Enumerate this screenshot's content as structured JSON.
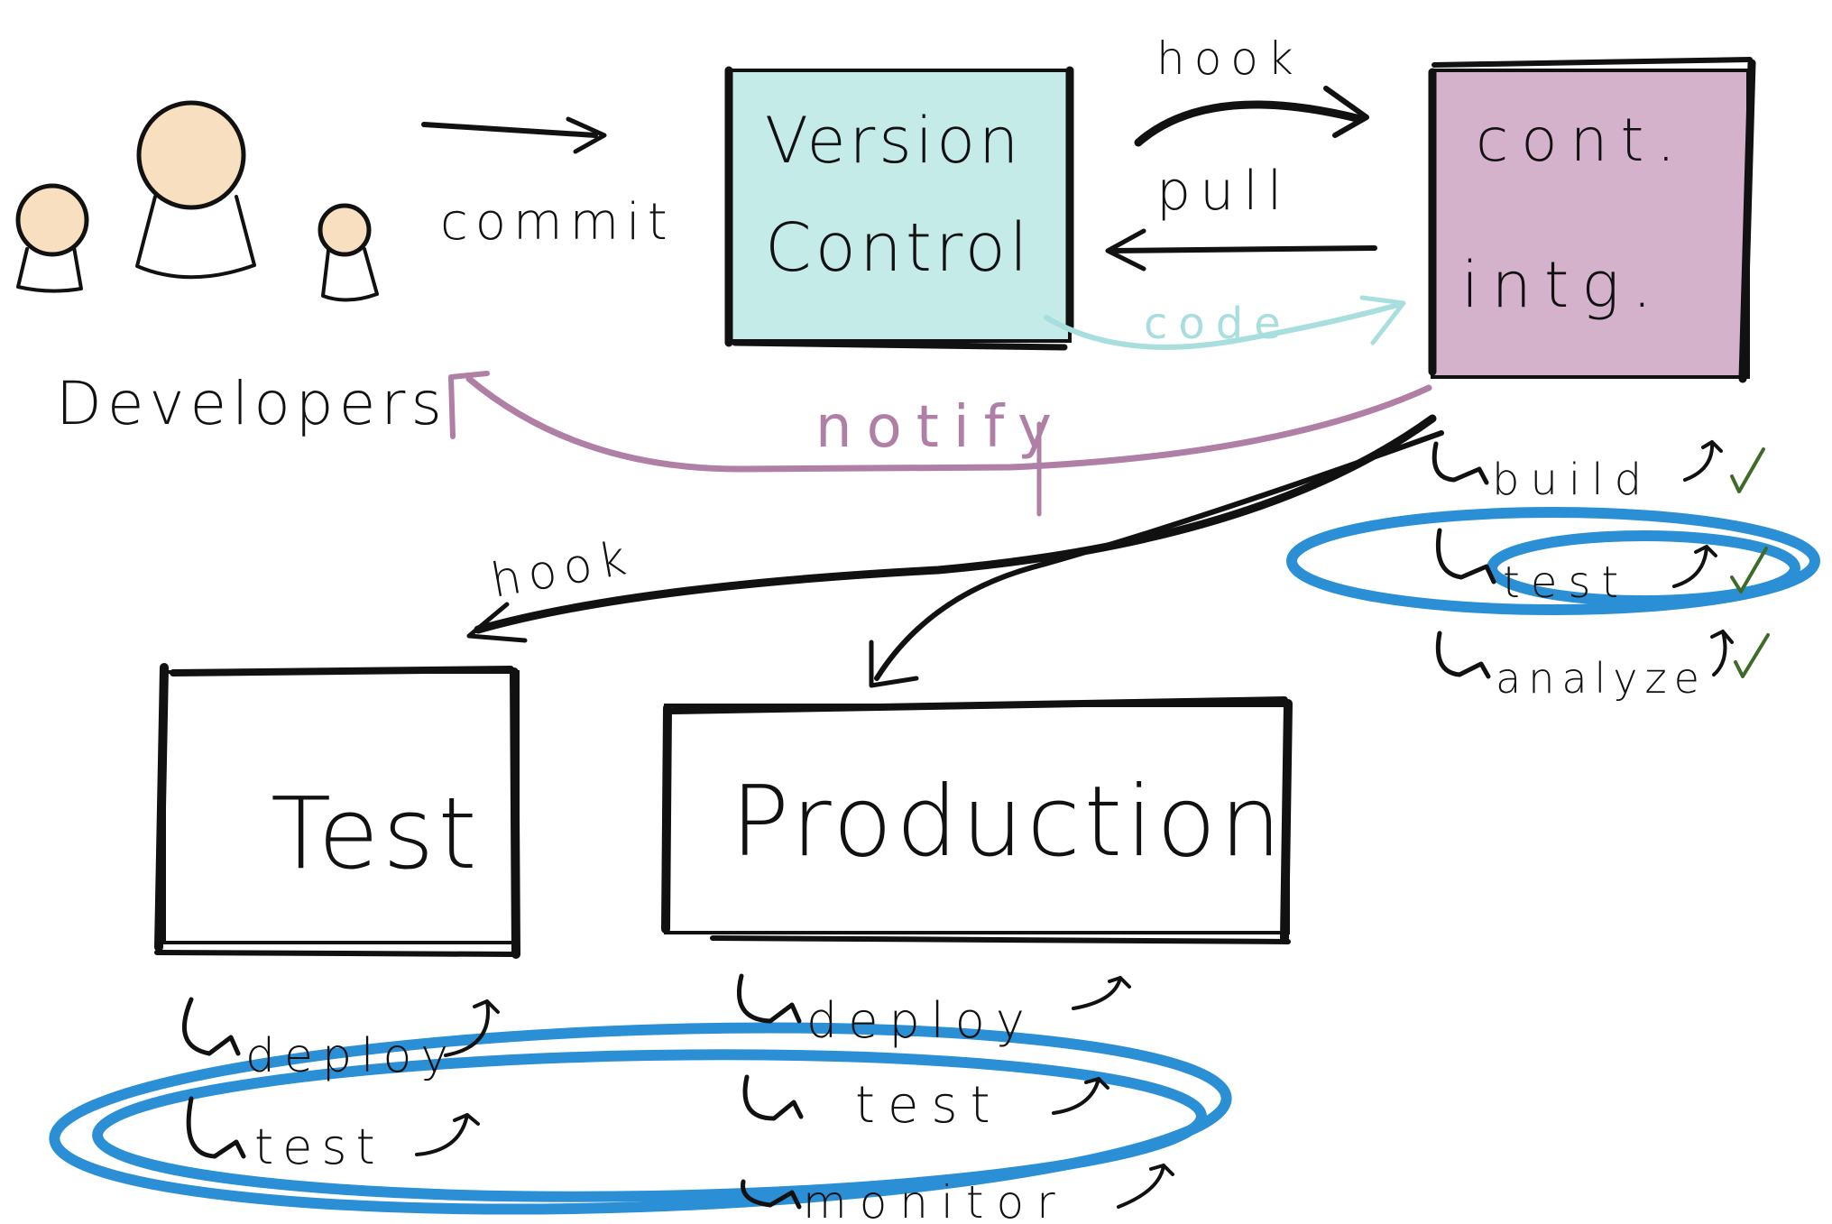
{
  "colors": {
    "version_control_fill": "#c4ebe8",
    "continuous_integration_fill": "#d4b2cb",
    "developer_head_fill": "#f8dfc0",
    "notify_arrow": "#b07fa6",
    "code_arrow": "#a8dede",
    "highlight_ellipse": "#2b8fd6",
    "check_mark": "#3f6b2a"
  },
  "developers": {
    "label": "Developers"
  },
  "edges": {
    "commit": "commit",
    "hook_top": "hook",
    "pull": "pull",
    "code": "code",
    "notify": "notify",
    "hook_left": "hook"
  },
  "boxes": {
    "version_control": {
      "line1": "Version",
      "line2": "Control"
    },
    "continuous_integration": {
      "line1": "cont.",
      "line2": "intg."
    },
    "test": {
      "label": "Test"
    },
    "production": {
      "label": "Production"
    }
  },
  "ci_steps": [
    {
      "label": "build",
      "checked": true,
      "highlighted": false
    },
    {
      "label": "test",
      "checked": true,
      "highlighted": true
    },
    {
      "label": "analyze",
      "checked": true,
      "highlighted": false
    }
  ],
  "test_env_steps": [
    "deploy",
    "test"
  ],
  "production_steps": [
    "deploy",
    "test",
    "monitor"
  ]
}
